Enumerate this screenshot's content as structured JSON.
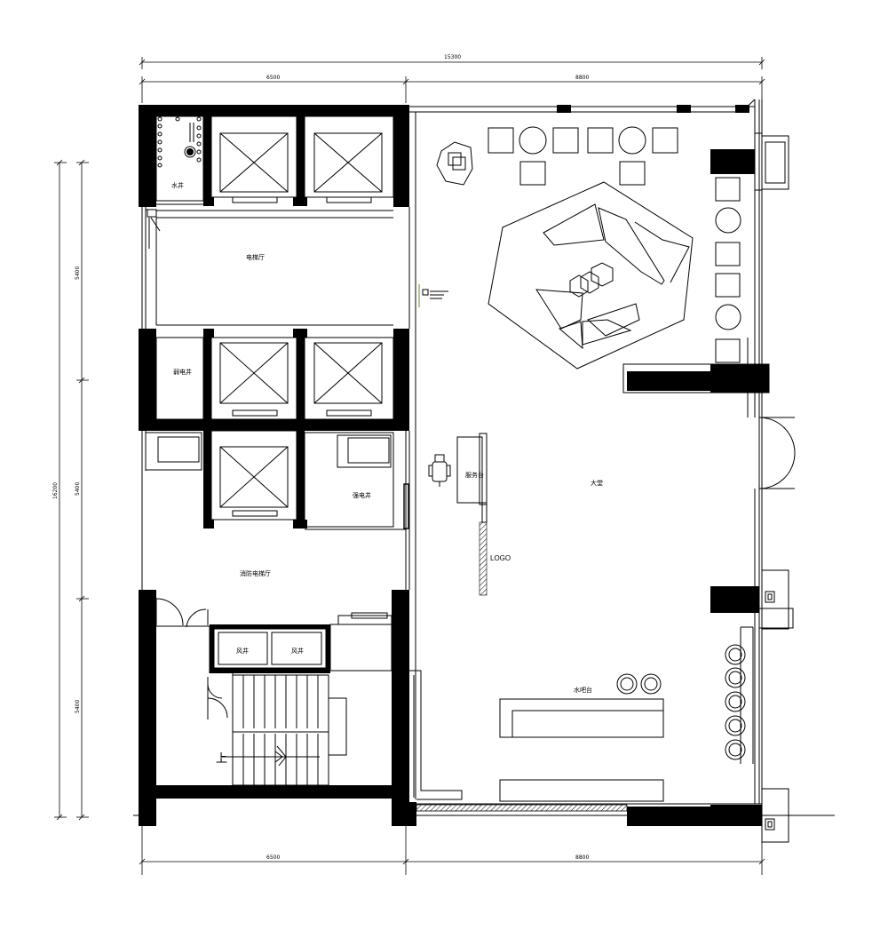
{
  "dimensions": {
    "total_top": "15300",
    "left_top": "6500",
    "right_top": "8800",
    "left_bottom": "6500",
    "right_bottom": "8800",
    "total_left": "16200",
    "seg_1": "5400",
    "seg_2": "5400",
    "seg_3": "5400"
  },
  "rooms": {
    "water_shaft": "水井",
    "elevator_hall": "电梯厅",
    "weak_current_shaft": "弱电井",
    "strong_current_shaft": "强电井",
    "fire_elevator_hall": "消防电梯厅",
    "air_shaft_1": "风井",
    "air_shaft_2": "风井",
    "service_desk": "服务台",
    "lobby": "大堂",
    "water_bar": "水吧台",
    "logo_wall": "LOGO",
    "stair_up": "上"
  }
}
